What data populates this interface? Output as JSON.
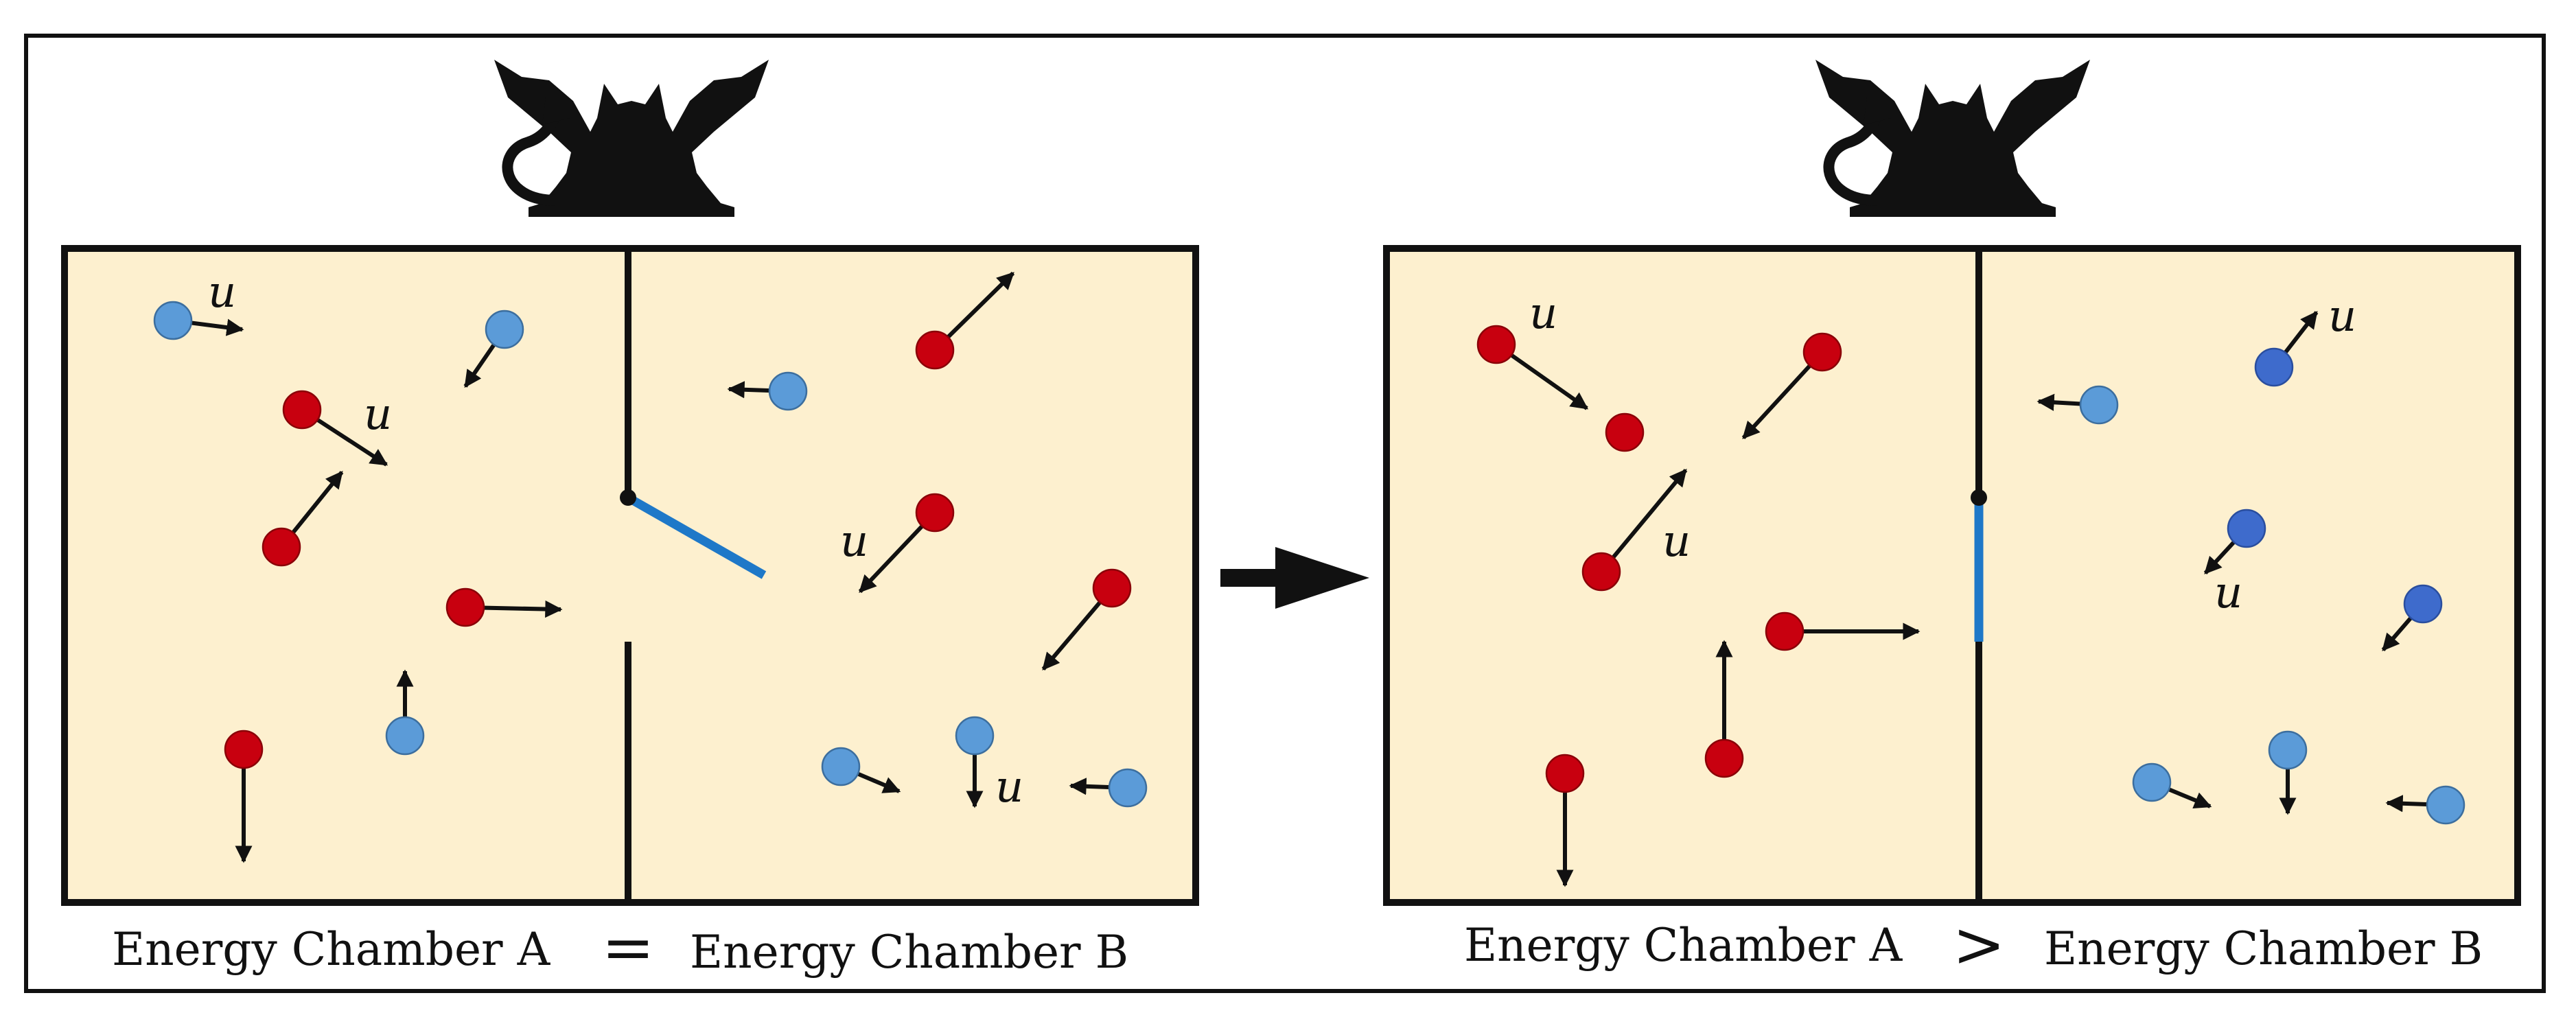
{
  "colors": {
    "chamber_fill": "#FDF0CF",
    "wall": "#111111",
    "fast_particle": "#C8000F",
    "slow_particle": "#5B9BD8",
    "sorted_slow_particle": "#3E6BCC",
    "trapdoor": "#1E78C8",
    "demon": "#111111"
  },
  "icons": {
    "demon": "demon-silhouette-icon",
    "process_arrow": "right-arrow-icon"
  },
  "panels": [
    {
      "caption_left": "Energy Chamber A",
      "operator": "=",
      "caption_right": "Energy Chamber B",
      "door_state": "open"
    },
    {
      "caption_left": "Energy Chamber A",
      "operator": ">",
      "caption_right": "Energy Chamber B",
      "door_state": "closed"
    }
  ],
  "velocity_symbol": "u"
}
